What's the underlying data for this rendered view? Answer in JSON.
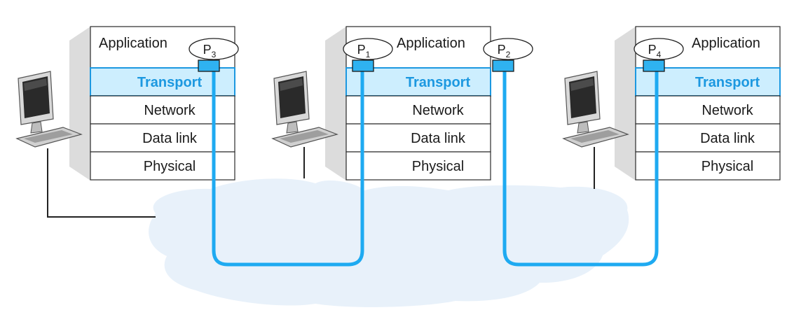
{
  "colors": {
    "transport_fill": "#cdeefe",
    "transport_text": "#1c98e0",
    "link_line": "#1eaaf1",
    "cloud": "#e8f1fa",
    "socket_fill": "#2fb2f0",
    "stack_border": "#2a2a2a"
  },
  "layers": [
    "Application",
    "Transport",
    "Network",
    "Data link",
    "Physical"
  ],
  "hosts": [
    {
      "id": "left",
      "processes": [
        {
          "name": "P",
          "index": "3"
        }
      ]
    },
    {
      "id": "middle",
      "processes": [
        {
          "name": "P",
          "index": "1"
        },
        {
          "name": "P",
          "index": "2"
        }
      ]
    },
    {
      "id": "right",
      "processes": [
        {
          "name": "P",
          "index": "4"
        }
      ]
    }
  ],
  "icons": {
    "host": "desktop-computer-icon",
    "network": "network-cloud-icon",
    "socket": "socket-icon"
  }
}
